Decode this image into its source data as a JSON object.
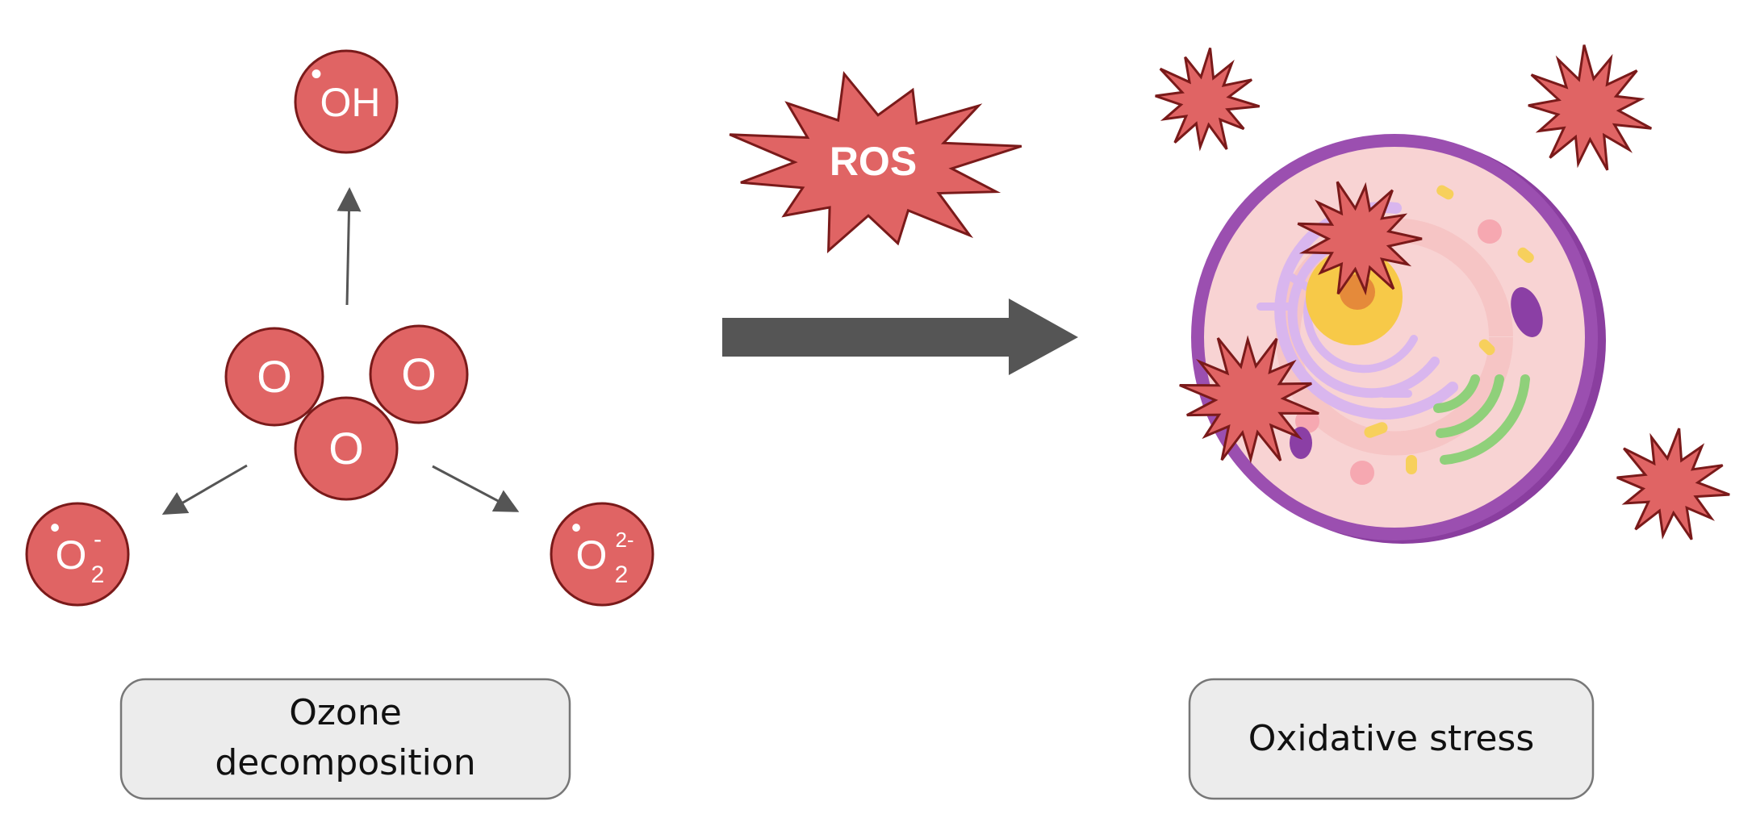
{
  "molecules": {
    "ozone": [
      "O",
      "O",
      "O"
    ],
    "hydroxyl": {
      "dot": "•",
      "text": "OH"
    },
    "superoxide": {
      "dot": "•",
      "base": "O",
      "sub": "2",
      "sup": "-"
    },
    "peroxide": {
      "dot": "•",
      "base": "O",
      "sub": "2",
      "sup": "2-"
    }
  },
  "ros_label": "ROS",
  "labels": {
    "left_line1": "Ozone",
    "left_line2": "decomposition",
    "right": "Oxidative stress"
  },
  "colors": {
    "molecule_fill": "#e06464",
    "molecule_stroke": "#7a1a1a",
    "arrow_thin": "#555555",
    "arrow_big": "#555555",
    "label_box_fill": "#ececec",
    "label_box_stroke": "#777777",
    "cell_membrane": "#9b4fb0",
    "cell_cytoplasm": "#f8d3d3",
    "nucleus": "#f7c948",
    "er": "#d9b6ee",
    "golgi": "#8fd07a",
    "ros_fill": "#e06464"
  }
}
